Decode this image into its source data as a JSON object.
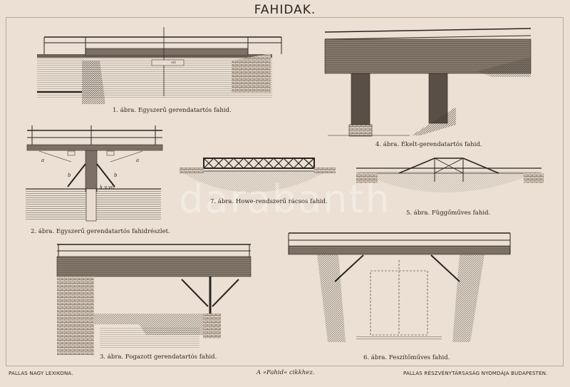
{
  "title": "FAHIDAK.",
  "captions": {
    "fig1": "1. ábra. Egyszerű gerendatartós fahid.",
    "fig2": "2. ábra. Egyszerű gerendatartós fahidrészlet.",
    "fig3": "3. ábra. Fogazott gerendatartós fahid.",
    "fig4": "4. ábra. Ékelt-gerendatartós fahid.",
    "fig5": "5. ábra. Függőműves fahid.",
    "fig6": "6. ábra. Feszítőműves fahid.",
    "fig7": "7. ábra. Howe-rendszerű rácsos fahid."
  },
  "labels": {
    "viz": "víz",
    "kvviz": "k.v.víz",
    "a": "a",
    "b": "b"
  },
  "footer": {
    "left": "PALLAS NAGY LEXIKONA.",
    "center": "A »Fahid« cikkhez.",
    "right": "PALLAS RÉSZVÉNYTÁRSASÁG NYOMDÁJA BUDAPESTEN."
  },
  "watermark": "darabanth"
}
